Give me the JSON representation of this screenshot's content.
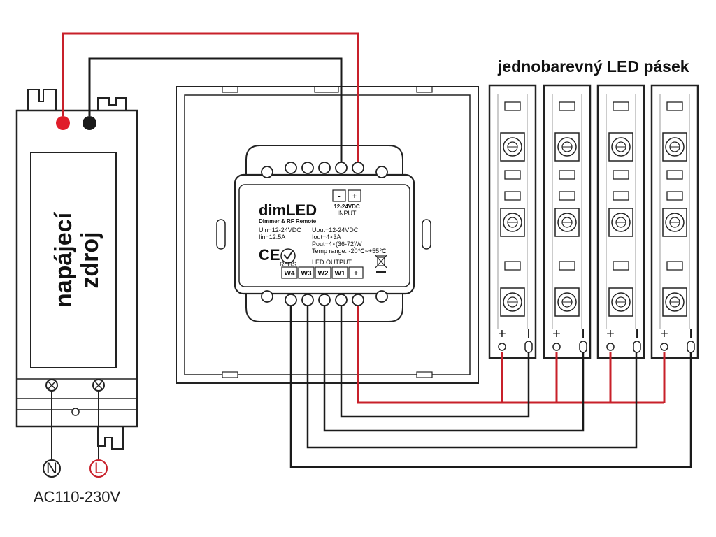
{
  "power_supply": {
    "label_line1": "napájecí",
    "label_line2": "zdroj"
  },
  "mains": {
    "n_label": "N",
    "l_label": "L",
    "voltage_label": "AC110-230V"
  },
  "strip_title": "jednobarevný LED pásek",
  "controller": {
    "brand": "dimLED",
    "subtitle": "Dimmer & RF Remote",
    "input_minus": "-",
    "input_plus": "+",
    "input_voltage": "12-24VDC",
    "input_label": "INPUT",
    "spec_left_1": "Uin=12-24VDC",
    "spec_left_2": "Iin=12.5A",
    "spec_right_1": "Uout=12-24VDC",
    "spec_right_2": "Iout=4×3A",
    "spec_right_3": "Pout=4×(36-72)W",
    "spec_right_4": "Temp range: -20℃~+55℃",
    "ce_mark": "CE",
    "rohs_mark": "RoHS",
    "output_label": "LED OUTPUT",
    "outputs": [
      "W4",
      "W3",
      "W2",
      "W1",
      "+"
    ]
  },
  "strip_terminals": {
    "plus": "+",
    "minus": "I"
  },
  "colors": {
    "positive_wire": "#c8202a",
    "negative_wire": "#1a1a1a",
    "outline": "#222222"
  }
}
